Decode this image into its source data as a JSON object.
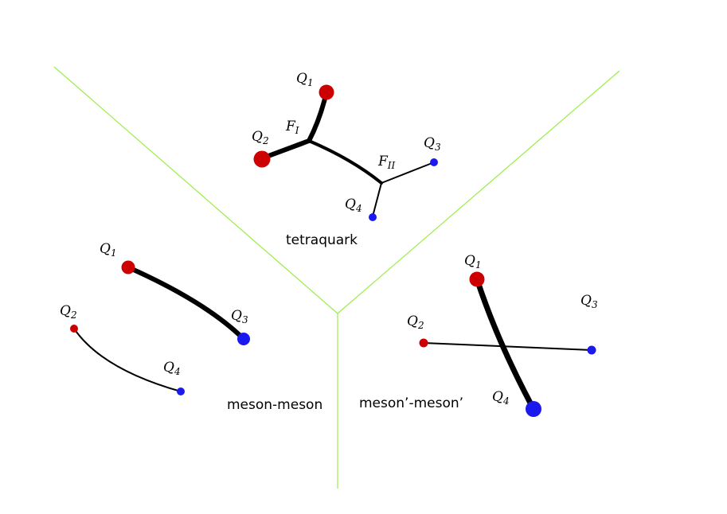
{
  "colors": {
    "divider": "#99ee44",
    "heavy_quark": "#cc0000",
    "light_quark": "#1a1aee",
    "string": "#000000",
    "background": "#ffffff"
  },
  "regions": {
    "tetraquark": {
      "label": "tetraquark",
      "quarks": [
        {
          "name": "Q",
          "sub": "1"
        },
        {
          "name": "Q",
          "sub": "2"
        },
        {
          "name": "Q",
          "sub": "3"
        },
        {
          "name": "Q",
          "sub": "4"
        }
      ],
      "junctions": [
        {
          "name": "F",
          "sub": "I"
        },
        {
          "name": "F",
          "sub": "II"
        }
      ]
    },
    "meson_meson": {
      "label": "meson-meson",
      "quarks": [
        {
          "name": "Q",
          "sub": "1"
        },
        {
          "name": "Q",
          "sub": "2"
        },
        {
          "name": "Q",
          "sub": "3"
        },
        {
          "name": "Q",
          "sub": "4"
        }
      ]
    },
    "meson_prime_meson_prime": {
      "label": "meson’-meson’",
      "quarks": [
        {
          "name": "Q",
          "sub": "1"
        },
        {
          "name": "Q",
          "sub": "2"
        },
        {
          "name": "Q",
          "sub": "3"
        },
        {
          "name": "Q",
          "sub": "4"
        }
      ]
    }
  }
}
